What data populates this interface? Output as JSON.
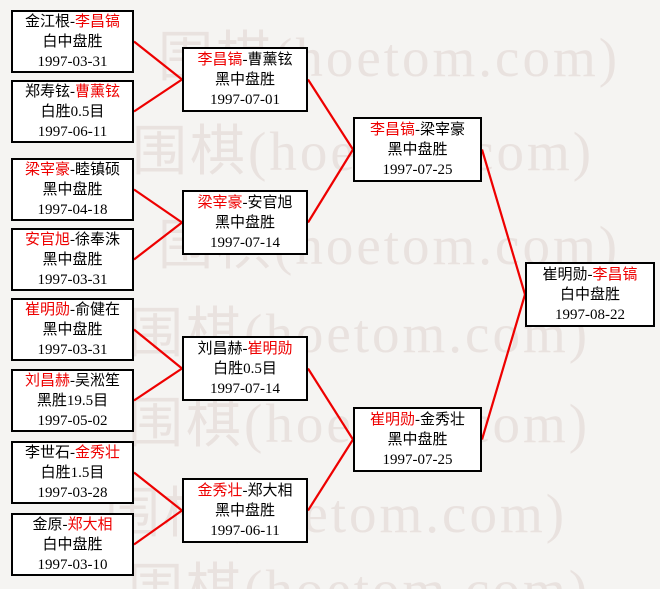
{
  "colors": {
    "red_accent": "#ee0000",
    "box_border": "#000000",
    "box_bg": "#ffffff",
    "page_bg": "#f5f4f2",
    "watermark": "#e9e2df"
  },
  "watermark": {
    "text": "围棋(hoetom.com)"
  },
  "bracket": {
    "sep": "-",
    "rounds": [
      {
        "name": "round-1",
        "matches": [
          {
            "p1": "金江根",
            "p2": "李昌镐",
            "winner": "p2",
            "result": "白中盘胜",
            "date": "1997-03-31"
          },
          {
            "p1": "郑寿铉",
            "p2": "曹薰铉",
            "winner": "p2",
            "result": "白胜0.5目",
            "date": "1997-06-11"
          },
          {
            "p1": "梁宰豪",
            "p2": "睦镇硕",
            "winner": "p1",
            "result": "黑中盘胜",
            "date": "1997-04-18"
          },
          {
            "p1": "安官旭",
            "p2": "徐奉洙",
            "winner": "p1",
            "result": "黑中盘胜",
            "date": "1997-03-31"
          },
          {
            "p1": "崔明勋",
            "p2": "俞健在",
            "winner": "p1",
            "result": "黑中盘胜",
            "date": "1997-03-31"
          },
          {
            "p1": "刘昌赫",
            "p2": "吴淞笙",
            "winner": "p1",
            "result": "黑胜19.5目",
            "date": "1997-05-02"
          },
          {
            "p1": "李世石",
            "p2": "金秀壮",
            "winner": "p2",
            "result": "白胜1.5目",
            "date": "1997-03-28"
          },
          {
            "p1": "金原",
            "p2": "郑大相",
            "winner": "p2",
            "result": "白中盘胜",
            "date": "1997-03-10"
          }
        ]
      },
      {
        "name": "round-2",
        "matches": [
          {
            "p1": "李昌镐",
            "p2": "曹薰铉",
            "winner": "p1",
            "result": "黑中盘胜",
            "date": "1997-07-01"
          },
          {
            "p1": "梁宰豪",
            "p2": "安官旭",
            "winner": "p1",
            "result": "黑中盘胜",
            "date": "1997-07-14"
          },
          {
            "p1": "刘昌赫",
            "p2": "崔明勋",
            "winner": "p2",
            "result": "白胜0.5目",
            "date": "1997-07-14"
          },
          {
            "p1": "金秀壮",
            "p2": "郑大相",
            "winner": "p1",
            "result": "黑中盘胜",
            "date": "1997-06-11"
          }
        ]
      },
      {
        "name": "round-3",
        "matches": [
          {
            "p1": "李昌镐",
            "p2": "梁宰豪",
            "winner": "p1",
            "result": "黑中盘胜",
            "date": "1997-07-25"
          },
          {
            "p1": "崔明勋",
            "p2": "金秀壮",
            "winner": "p1",
            "result": "黑中盘胜",
            "date": "1997-07-25"
          }
        ]
      },
      {
        "name": "final",
        "matches": [
          {
            "p1": "崔明勋",
            "p2": "李昌镐",
            "winner": "p2",
            "result": "白中盘胜",
            "date": "1997-08-22"
          }
        ]
      }
    ]
  }
}
